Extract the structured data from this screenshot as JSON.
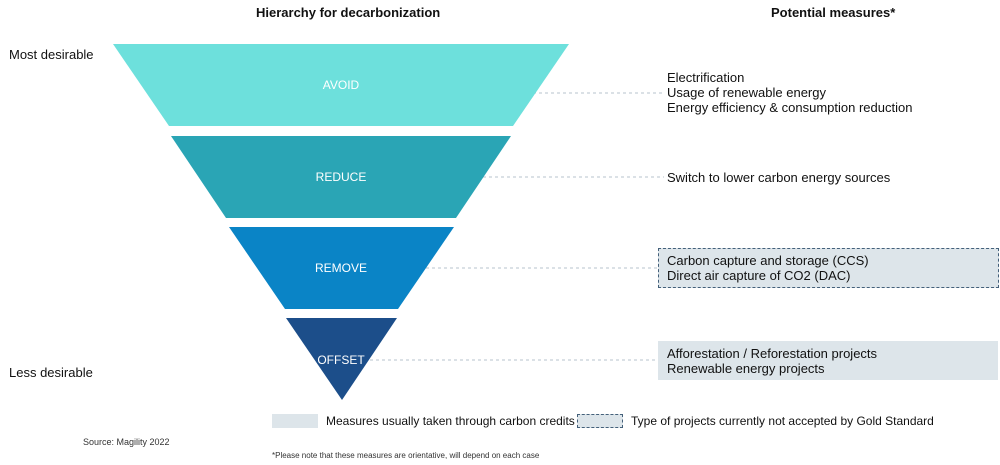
{
  "headers": {
    "hierarchy": "Hierarchy for decarbonization",
    "measures": "Potential measures*"
  },
  "axis": {
    "top": "Most desirable",
    "bottom": "Less desirable"
  },
  "levels": [
    {
      "label": "AVOID",
      "color": "#6de0dc"
    },
    {
      "label": "REDUCE",
      "color": "#2aa5b5"
    },
    {
      "label": "REMOVE",
      "color": "#0a84c6"
    },
    {
      "label": "OFFSET",
      "color": "#1c4e8a"
    }
  ],
  "measures": {
    "avoid": [
      "Electrification",
      "Usage of renewable energy",
      "Energy efficiency & consumption reduction"
    ],
    "reduce": [
      "Switch to lower carbon energy sources"
    ],
    "remove": [
      "Carbon capture and storage (CCS)",
      "Direct air capture of CO2 (DAC)"
    ],
    "offset": [
      "Afforestation / Reforestation projects",
      "Renewable energy projects"
    ]
  },
  "legend": {
    "credits": "Measures usually taken through carbon credits",
    "not_accepted": "Type of projects currently not accepted by Gold Standard"
  },
  "source": "Source: Magility 2022",
  "note": "*Please note that these measures are orientative, will depend on each case"
}
